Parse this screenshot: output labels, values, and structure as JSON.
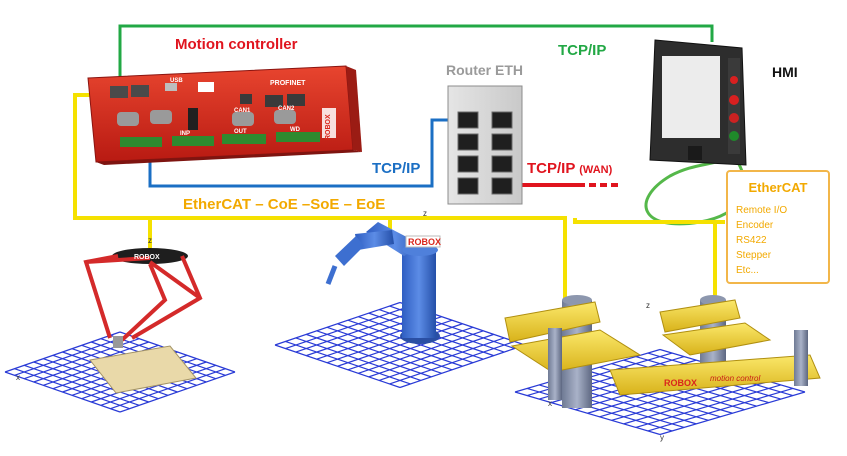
{
  "labels": {
    "motion_controller": "Motion controller",
    "router": "Router ETH",
    "hmi": "HMI",
    "tcp_top": "TCP/IP",
    "tcp_left": "TCP/IP",
    "tcp_wan": "TCP/IP",
    "wan": "(WAN)",
    "ethercat_bus": "EtherCAT – CoE –SoE – EoE"
  },
  "ethercat_box": {
    "title": "EtherCAT",
    "items": [
      "Remote I/O",
      "Encoder",
      "RS422",
      "Stepper",
      "Etc..."
    ]
  },
  "controller_panel": {
    "port_labels": [
      "PROFINET",
      "CAN1",
      "CAN2",
      "USB",
      "INP",
      "OUT",
      "WD"
    ],
    "brand": "ROBOX"
  },
  "robot_brand": "ROBOX",
  "scara_brand_text": "motion control",
  "axis_labels": [
    "z",
    "x",
    "z",
    "z",
    "x",
    "y"
  ],
  "colors": {
    "tcp_green": "#22a845",
    "tcp_blue": "#1b6fc4",
    "wan_red": "#e0141e",
    "ethercat_yellow": "#f5e100",
    "ethercat_text": "#f2a900",
    "controller_red": "#d9261c",
    "grid_blue": "#2a3bd6",
    "delta_red": "#d42a2a",
    "arm_blue": "#3d6fd0",
    "scara_yellow": "#f2d43a"
  }
}
